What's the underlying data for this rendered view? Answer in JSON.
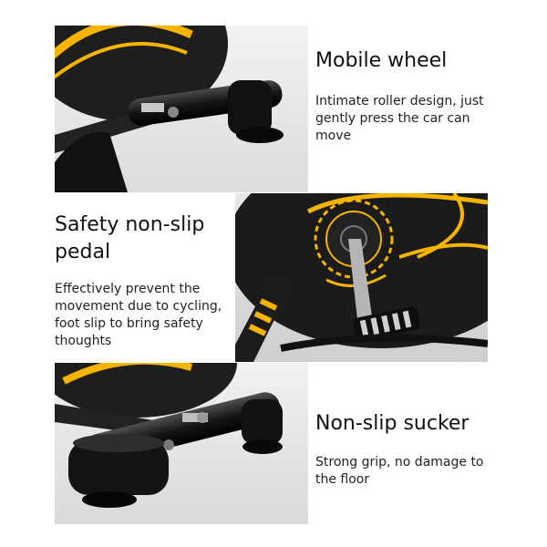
{
  "features": [
    {
      "title": "Mobile wheel",
      "description": "Intimate roller design, just gently press the car can move",
      "image_icon": "mobile-wheel-photo"
    },
    {
      "title": "Safety non-slip pedal",
      "description": "Effectively prevent the movement due to cycling, foot slip to bring safety thoughts",
      "image_icon": "pedal-photo"
    },
    {
      "title": "Non-slip sucker",
      "description": "Strong grip, no damage to the floor",
      "image_icon": "sucker-foot-photo"
    }
  ],
  "colors": {
    "accent": "#f5b400",
    "frame": "#1c1c1c",
    "background": "#ffffff"
  }
}
